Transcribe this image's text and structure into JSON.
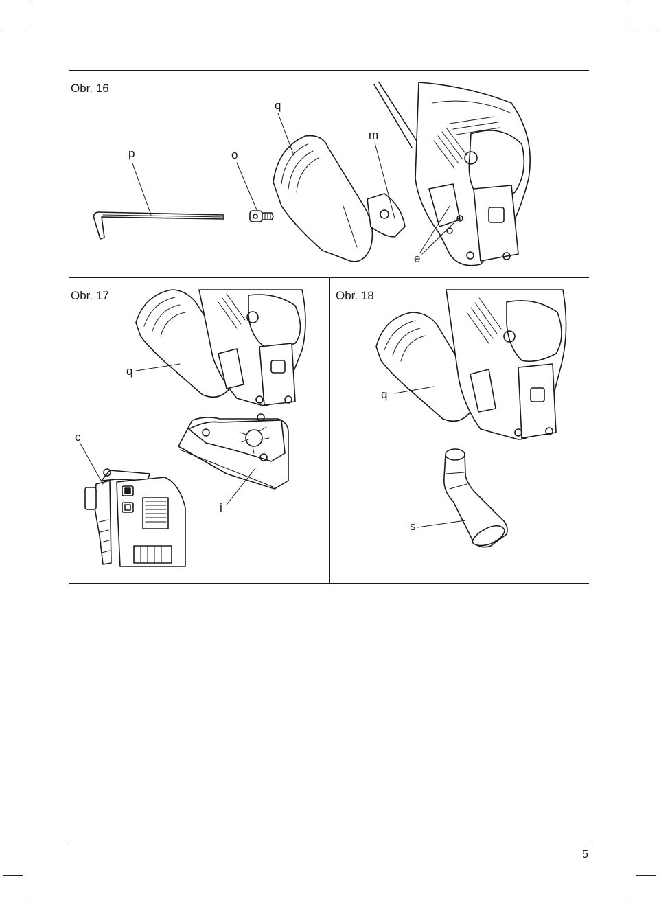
{
  "figures": {
    "fig16": {
      "title": "Obr. 16",
      "callouts": {
        "p": "p",
        "o": "o",
        "q": "q",
        "m": "m",
        "e": "e"
      }
    },
    "fig17": {
      "title": "Obr. 17",
      "callouts": {
        "q": "q",
        "c": "c",
        "i": "i"
      }
    },
    "fig18": {
      "title": "Obr. 18",
      "callouts": {
        "q": "q",
        "s": "s"
      }
    }
  },
  "page_number": "5"
}
